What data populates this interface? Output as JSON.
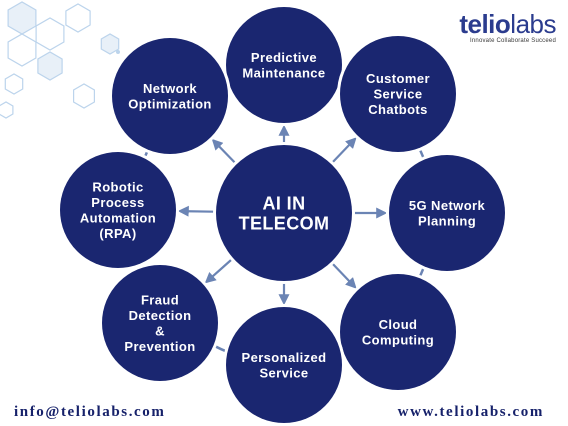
{
  "brand": {
    "name_bold": "telio",
    "name_light": "labs",
    "tagline": "Innovate  Collaborate  Succeed"
  },
  "diagram": {
    "center": "AI IN\nTELECOM",
    "nodes": [
      {
        "id": "predictive-maintenance",
        "label": "Predictive\nMaintenance"
      },
      {
        "id": "customer-service-chatbots",
        "label": "Customer\nService\nChatbots"
      },
      {
        "id": "5g-network-planning",
        "label": "5G Network\nPlanning"
      },
      {
        "id": "cloud-computing",
        "label": "Cloud\nComputing"
      },
      {
        "id": "personalized-service",
        "label": "Personalized\nService"
      },
      {
        "id": "fraud-detection-prevention",
        "label": "Fraud\nDetection\n&\nPrevention"
      },
      {
        "id": "robotic-process-automation",
        "label": "Robotic\nProcess\nAutomation\n(RPA)"
      },
      {
        "id": "network-optimization",
        "label": "Network\nOptimization"
      }
    ],
    "colors": {
      "node_fill": "#1a2670",
      "ring": "#6b84b4",
      "arrow": "#6b84b4",
      "text": "#ffffff",
      "hexagon": "#bcd4ec"
    }
  },
  "footer": {
    "email": "info@teliolabs.com",
    "website": "www.teliolabs.com"
  }
}
